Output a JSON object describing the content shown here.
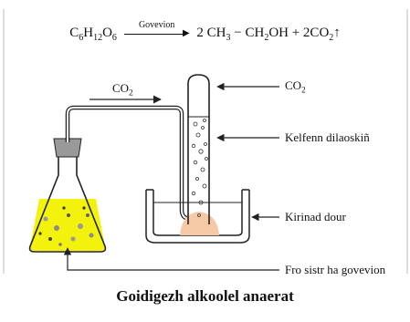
{
  "equation": {
    "reactant_c": "C",
    "reactant_c_sub": "6",
    "reactant_h": "H",
    "reactant_h_sub": "12",
    "reactant_o": "O",
    "reactant_o_sub": "6",
    "arrow_label": "Govevion",
    "product1": "2 CH",
    "product1_sub": "3",
    "product1_tail": " − CH",
    "product1_tail_sub": "2",
    "product1_end": "OH + 2CO",
    "product2_sub": "2",
    "gas_arrow": "↑"
  },
  "labels": {
    "gas_flow": "CO",
    "gas_flow_sub": "2",
    "tube_gas": "CO",
    "tube_gas_sub": "2",
    "limewater": "Kelfenn dilaoskiñ",
    "water_bath": "Kirinad dour",
    "yeast_solution": "Fro sistr ha govevion"
  },
  "caption": "Goidigezh alkoolel anaerat",
  "colors": {
    "liquid": "#f2f20c",
    "sediment": "#f5c9a6",
    "outline": "#222222",
    "stopper": "#999999"
  }
}
